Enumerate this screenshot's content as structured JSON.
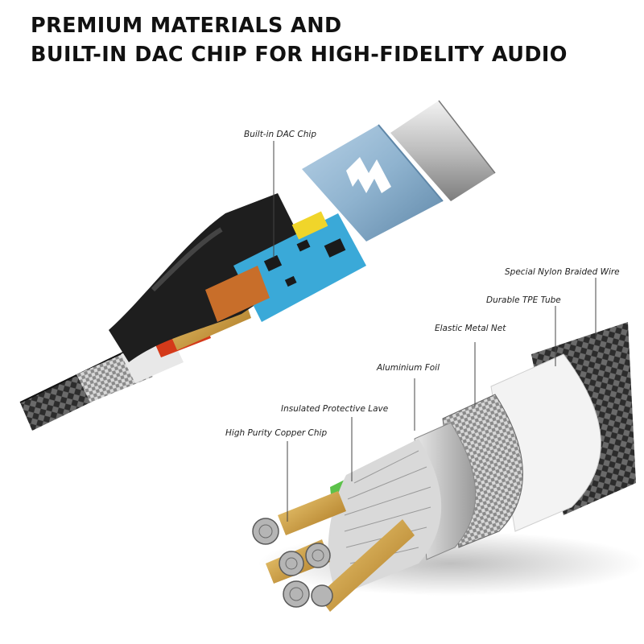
{
  "headline": {
    "line1": "PREMIUM MATERIALS AND",
    "line2": "BUILT-IN DAC CHIP FOR HIGH-FIDELITY AUDIO"
  },
  "callouts": {
    "dac_chip": "Built-in DAC Chip",
    "braided_wire": "Special Nylon Braided Wire",
    "tpe_tube": "Durable TPE Tube",
    "metal_net": "Elastic Metal Net",
    "aluminium_foil": "Aluminium Foil",
    "protective_lave": "Insulated Protective Lave",
    "copper_chip": "High Purity Copper Chip"
  },
  "colors": {
    "connector_blue": "#8fb3cf",
    "copper": "#d4a23a",
    "green_insulation": "#5cc24a",
    "pcb_blue": "#3aa9d8"
  }
}
